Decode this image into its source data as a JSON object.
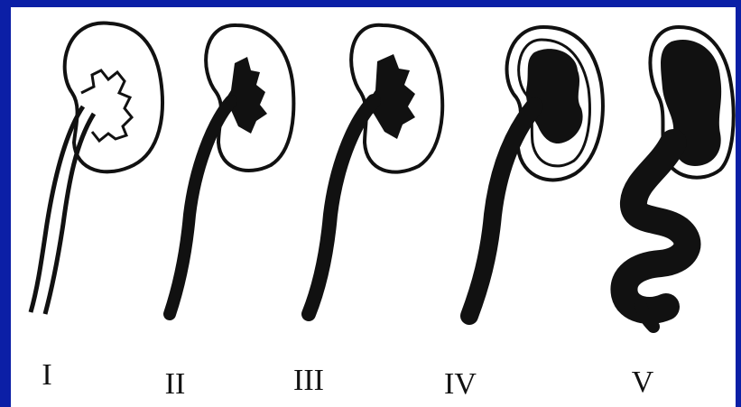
{
  "colors": {
    "frame": "#0b1fa6",
    "panel": "#ffffff",
    "ink": "#111111"
  },
  "grades": [
    {
      "label": "I"
    },
    {
      "label": "II"
    },
    {
      "label": "III"
    },
    {
      "label": "IV"
    },
    {
      "label": "V"
    }
  ]
}
